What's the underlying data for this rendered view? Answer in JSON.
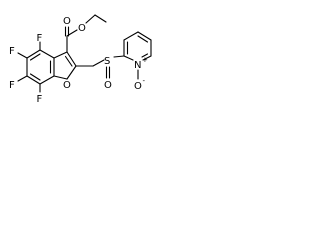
{
  "molecule": {
    "atoms": {
      "f_top": "F",
      "f_upper_left": "F",
      "f_lower_left": "F",
      "f_bottom": "F",
      "o_carbonyl": "O",
      "o_ester": "O",
      "o_ring": "O",
      "s_sulfinyl": "S",
      "o_sulfinyl": "O",
      "n_pyridine": "N",
      "n_charge": "+",
      "o_noxide": "O",
      "o_noxide_charge": "-"
    }
  }
}
